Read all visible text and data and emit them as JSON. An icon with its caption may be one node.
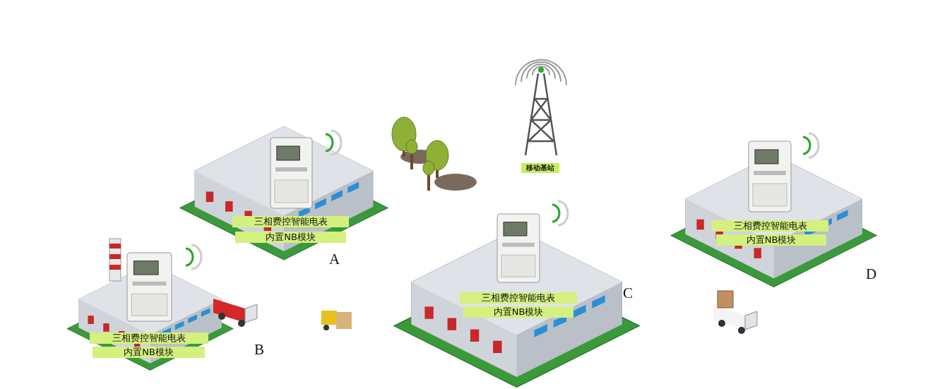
{
  "diagram": {
    "nodes": [
      {
        "text": [
          "移动基站"
        ]
      },
      {
        "text": [
          "三相费控智能电表"
        ]
      },
      {
        "text": [
          "内置NB模块"
        ]
      },
      {
        "text": [
          "三相费控智能电表"
        ]
      },
      {
        "text": [
          "内置NB模块"
        ]
      },
      {
        "text": [
          "三相费控智能电表"
        ]
      },
      {
        "text": [
          "内置NB模块"
        ]
      },
      {
        "text": [
          "三相费控智能电表"
        ]
      },
      {
        "text": [
          "内置NB模块"
        ]
      }
    ],
    "labels": [
      "A",
      "D",
      "C",
      "B"
    ]
  }
}
